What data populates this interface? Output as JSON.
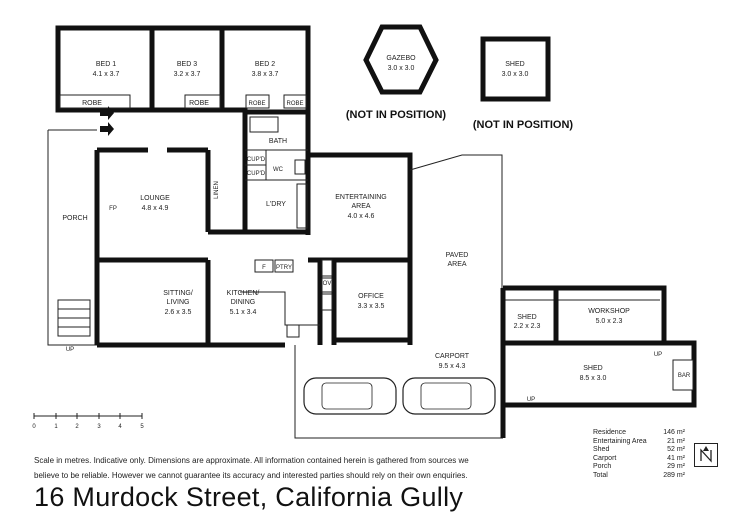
{
  "address": "16 Murdock Street, California Gully",
  "disclaimer_line1": "Scale in metres. Indicative only. Dimensions are approximate.  All information contained herein is gathered from sources we",
  "disclaimer_line2": "believe to be reliable. However we cannot guarantee its accuracy and interested parties should rely on their own enquiries.",
  "rooms": {
    "bed1": {
      "name": "BED 1",
      "dims": "4.1 x 3.7"
    },
    "bed3": {
      "name": "BED 3",
      "dims": "3.2 x 3.7"
    },
    "bed2": {
      "name": "BED 2",
      "dims": "3.8 x 3.7"
    },
    "gazebo": {
      "name": "GAZEBO",
      "dims": "3.0 x 3.0"
    },
    "shed_top": {
      "name": "SHED",
      "dims": "3.0 x 3.0"
    },
    "lounge": {
      "name": "LOUNGE",
      "dims": "4.8 x 4.9"
    },
    "entertaining": {
      "name": "ENTERTAINING",
      "name2": "AREA",
      "dims": "4.0 x 4.6"
    },
    "sitting": {
      "name": "SITTING/",
      "name2": "LIVING",
      "dims": "2.6 x 3.5"
    },
    "kitchen": {
      "name": "KITCHEN/",
      "name2": "DINING",
      "dims": "5.1 x 3.4"
    },
    "office": {
      "name": "OFFICE",
      "dims": "3.3 x 3.5"
    },
    "shed_small": {
      "name": "SHED",
      "dims": "2.2 x 2.3"
    },
    "workshop": {
      "name": "WORKSHOP",
      "dims": "5.0 x 2.3"
    },
    "carport": {
      "name": "CARPORT",
      "dims": "9.5 x 4.3"
    },
    "shed_big": {
      "name": "SHED",
      "dims": "8.5 x 3.0"
    }
  },
  "labels": {
    "robe": "ROBE",
    "bath": "BATH",
    "cupd": "CUP'D",
    "wc": "WC",
    "ldry": "L'DRY",
    "linen": "LINEN",
    "fp": "FP",
    "porch": "PORCH",
    "up": "UP",
    "f": "F",
    "ptry": "PTRY",
    "ov": "OV",
    "paved": "PAVED",
    "area": "AREA",
    "bar": "BAR",
    "not_in_position": "(NOT IN POSITION)"
  },
  "scale_ticks": [
    "0",
    "1",
    "2",
    "3",
    "4",
    "5"
  ],
  "areas": [
    {
      "label": "Residence",
      "value": "146 m²"
    },
    {
      "label": "Entertaining Area",
      "value": "21 m²"
    },
    {
      "label": "Shed",
      "value": "52 m²"
    },
    {
      "label": "Carport",
      "value": "41 m²"
    },
    {
      "label": "Porch",
      "value": "29 m²"
    },
    {
      "label": "Total",
      "value": "289 m²"
    }
  ],
  "north_symbol": "north-arrow-icon"
}
